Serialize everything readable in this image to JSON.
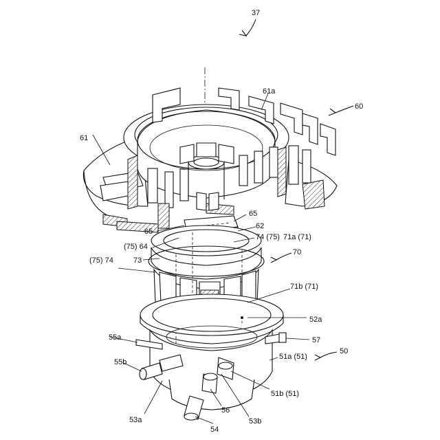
{
  "labels": {
    "l37": "37",
    "l60": "60",
    "l61": "61",
    "l61a": "61a",
    "l65a": "65",
    "l65b": "65",
    "l62": "62",
    "l74_75": "74 (75)",
    "l71a": "71a (71)",
    "l75_64": "(75) 64",
    "l73": "73",
    "l70": "70",
    "l75_74": "(75) 74",
    "l71b": "71b (71)",
    "l52a": "52a",
    "l55a": "55a",
    "l57": "57",
    "l50": "50",
    "l55b": "55b",
    "l51a": "51a (51)",
    "l51b": "51b (51)",
    "l56": "56",
    "l53a": "53a",
    "l54": "54",
    "l53b": "53b"
  },
  "colors": {
    "line": "#111111",
    "background": "#ffffff"
  }
}
